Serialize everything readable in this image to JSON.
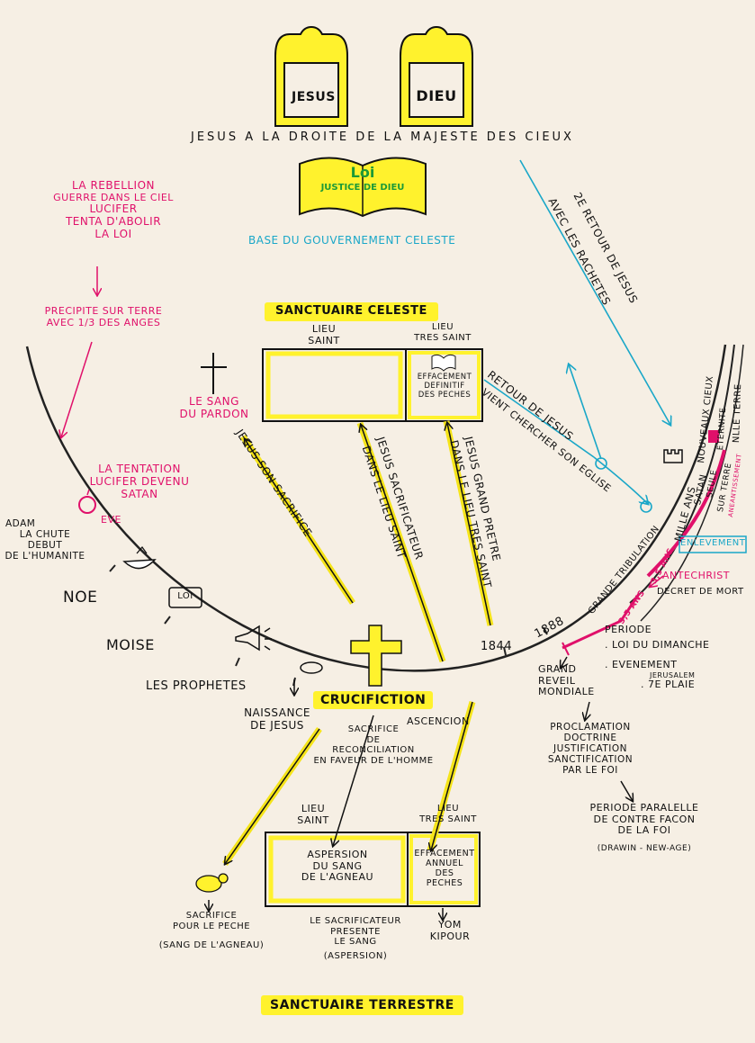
{
  "thrones": {
    "jesus": "JESUS",
    "dieu": "DIEU"
  },
  "top_caption": "JESUS A LA DROITE DE LA MAJESTE DES CIEUX",
  "law_book": {
    "line1": "Loi",
    "line2": "JUSTICE DE DIEU"
  },
  "base_caption": "BASE DU GOUVERNEMENT CELESTE",
  "rebellion": {
    "l1": "LA REBELLION",
    "l2": "GUERRE DANS LE CIEL",
    "l3": "LUCIFER",
    "l4": "TENTA D'ABOLIR",
    "l5": "LA LOI"
  },
  "precipite": {
    "l1": "PRECIPITE SUR TERRE",
    "l2": "AVEC 1/3 DES ANGES"
  },
  "sang_pardon": {
    "l1": "LE SANG",
    "l2": "DU PARDON"
  },
  "tentation": {
    "l1": "LA TENTATION",
    "l2": "LUCIFER DEVENU",
    "l3": "SATAN"
  },
  "eve": "EVE",
  "adam": {
    "l1": "ADAM",
    "l2": "LA CHUTE",
    "l3": "DEBUT",
    "l4": "DE L'HUMANITE"
  },
  "noe": "NOE",
  "loi_icon_text": "LOI",
  "moise": "MOISE",
  "prophetes": "LES PROPHETES",
  "naissance": {
    "l1": "NAISSANCE",
    "l2": "DE JESUS"
  },
  "crucifiction": "CRUCIFICTION",
  "sacrifice_rec": {
    "l1": "SACRIFICE",
    "l2": "DE",
    "l3": "RECONCILIATION",
    "l4": "EN FAVEUR DE L'HOMME"
  },
  "ascencion": "ASCENCION",
  "sanctuaire_celeste": {
    "title": "SANCTUAIRE CELESTE",
    "lieu_saint": {
      "l1": "LIEU",
      "l2": "SAINT"
    },
    "lieu_tres_saint": {
      "l1": "LIEU",
      "l2": "TRES SAINT"
    },
    "effacement": {
      "l1": "EFFACEMENT",
      "l2": "DEFINITIF",
      "l3": "DES PECHES"
    }
  },
  "arrows_labels": {
    "son_sacrifice": "JESUS SON SACRIFICE",
    "sacrificateur": {
      "l1": "JESUS SACRIFICATEUR",
      "l2": "DANS LE LIEU SAINT"
    },
    "grand_pretre": {
      "l1": "JESUS GRAND PRETRE",
      "l2": "DANS LE LIEU TRES SAINT"
    }
  },
  "retour_2": {
    "l1": "2e RETOUR DE JESUS",
    "l2": "AVEC LES RACHETES"
  },
  "retour": {
    "l1": "RETOUR DE JESUS",
    "l2": "VIENT CHERCHER SON EGLISE"
  },
  "end_times": {
    "mille_ans": "MILLE ANS",
    "satan": "SATAN",
    "seule": "SEULE",
    "sur_terre": "SUR TERRE",
    "elimination": "ANEANTISSEMENT",
    "nouveaux_cieux": "NOUVEAUX CIEUX",
    "nlle_terre": "Nlle TERRE",
    "eternite": "ETERNITE",
    "grande_trib": "GRANDE TRIBULATION",
    "ans_3_5a": "3,5 ANS",
    "ans_3_5b": "3,5 ANS",
    "enlevement": "ENLEVEMENT",
    "antechrist": "ANTECHRIST",
    "decret": "DECRET DE MORT"
  },
  "dates": {
    "d1844": "1844",
    "d1888": "1888"
  },
  "periode": {
    "l1": "PERIODE",
    "l2": ". LOI DU DIMANCHE",
    "l3": ". EVENEMENT",
    "l4": "JERUSALEM",
    "l5": ". 7e PLAIE"
  },
  "reveil": {
    "l1": "GRAND",
    "l2": "REVEIL",
    "l3": "MONDIALE"
  },
  "proclamation": {
    "l1": "PROCLAMATION",
    "l2": "DOCTRINE",
    "l3": "JUSTIFICATION",
    "l4": "SANCTIFICATION",
    "l5": "PAR LE FOI"
  },
  "parallele": {
    "l1": "PERIODE PARALELLE",
    "l2": "DE CONTRE FACON",
    "l3": "DE LA FOI",
    "l4": "(DRAWIN - NEW-AGE)"
  },
  "sanctuaire_terrestre": {
    "title": "SANCTUAIRE TERRESTRE",
    "lieu_saint": {
      "l1": "LIEU",
      "l2": "SAINT"
    },
    "lieu_tres_saint": {
      "l1": "LIEU",
      "l2": "TRES SAINT"
    },
    "aspersion": {
      "l1": "ASPERSION",
      "l2": "DU SANG",
      "l3": "DE L'AGNEAU"
    },
    "effacement": {
      "l1": "EFFACEMENT",
      "l2": "ANNUEL",
      "l3": "DES",
      "l4": "PECHES"
    }
  },
  "sacrifice_peche": {
    "l1": "SACRIFICE",
    "l2": "POUR LE PECHE",
    "l3": "(SANG DE L'AGNEAU)"
  },
  "sacrificateur_presente": {
    "l1": "LE SACRIFICATEUR",
    "l2": "PRESENTE",
    "l3": "LE SANG",
    "l4": "(ASPERSION)"
  },
  "yom": {
    "l1": "YOM",
    "l2": "KIPOUR"
  },
  "colors": {
    "yellow": "#fff22d",
    "pink": "#e0106a",
    "blue": "#1aa7c8",
    "paper": "#f6efe4"
  }
}
